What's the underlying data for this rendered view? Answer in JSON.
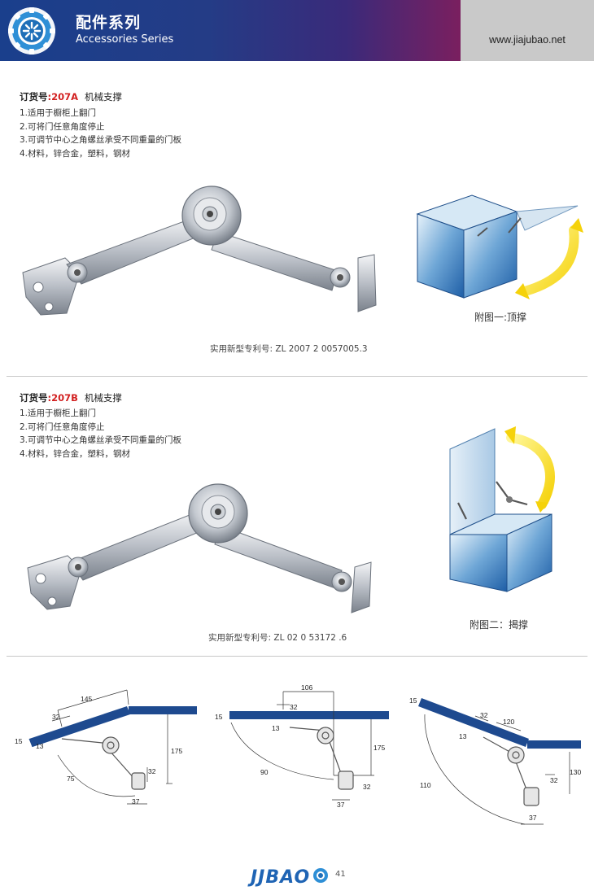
{
  "header": {
    "title_zh": "配件系列",
    "title_en": "Accessories Series",
    "url": "www.jiajubao.net"
  },
  "products": [
    {
      "order_label": "订货号",
      "order_code": ":207A",
      "product_name": "机械支撑",
      "features": [
        "1.适用于橱柜上翻门",
        "2.可将门任意角度停止",
        "3.可调节中心之角螺丝承受不同重量的门板",
        "4.材料，锌合金，塑料，钢材"
      ],
      "patent": "实用新型专利号: ZL 2007 2 0057005.3",
      "figure_caption": "附图一:顶撑"
    },
    {
      "order_label": "订货号",
      "order_code": ":207B",
      "product_name": "机械支撑",
      "features": [
        "1.适用于橱柜上翻门",
        "2.可将门任意角度停止",
        "3.可调节中心之角螺丝承受不同重量的门板",
        "4.材料，锌合金，塑料，钢材"
      ],
      "patent": "实用新型专利号: ZL 02 0 53172 .6",
      "figure_caption": "附图二：揭撑"
    }
  ],
  "diagrams": [
    {
      "dims": [
        "145",
        "32",
        "15",
        "13",
        "175",
        "32",
        "75",
        "37"
      ]
    },
    {
      "dims": [
        "106",
        "32",
        "15",
        "13",
        "175",
        "90",
        "32",
        "37"
      ]
    },
    {
      "dims": [
        "15",
        "32",
        "120",
        "13",
        "130",
        "32",
        "110",
        "37"
      ]
    }
  ],
  "footer": {
    "brand": "JJBAO",
    "page_number": "41"
  },
  "colors": {
    "header_blue": "#1a3f8c",
    "header_purple": "#7a1f5f",
    "header_grey": "#c9c9c9",
    "code_red": "#d21f1f",
    "panel_blue": "#1e4a8f",
    "arrow_yellow": "#f5d20a"
  }
}
